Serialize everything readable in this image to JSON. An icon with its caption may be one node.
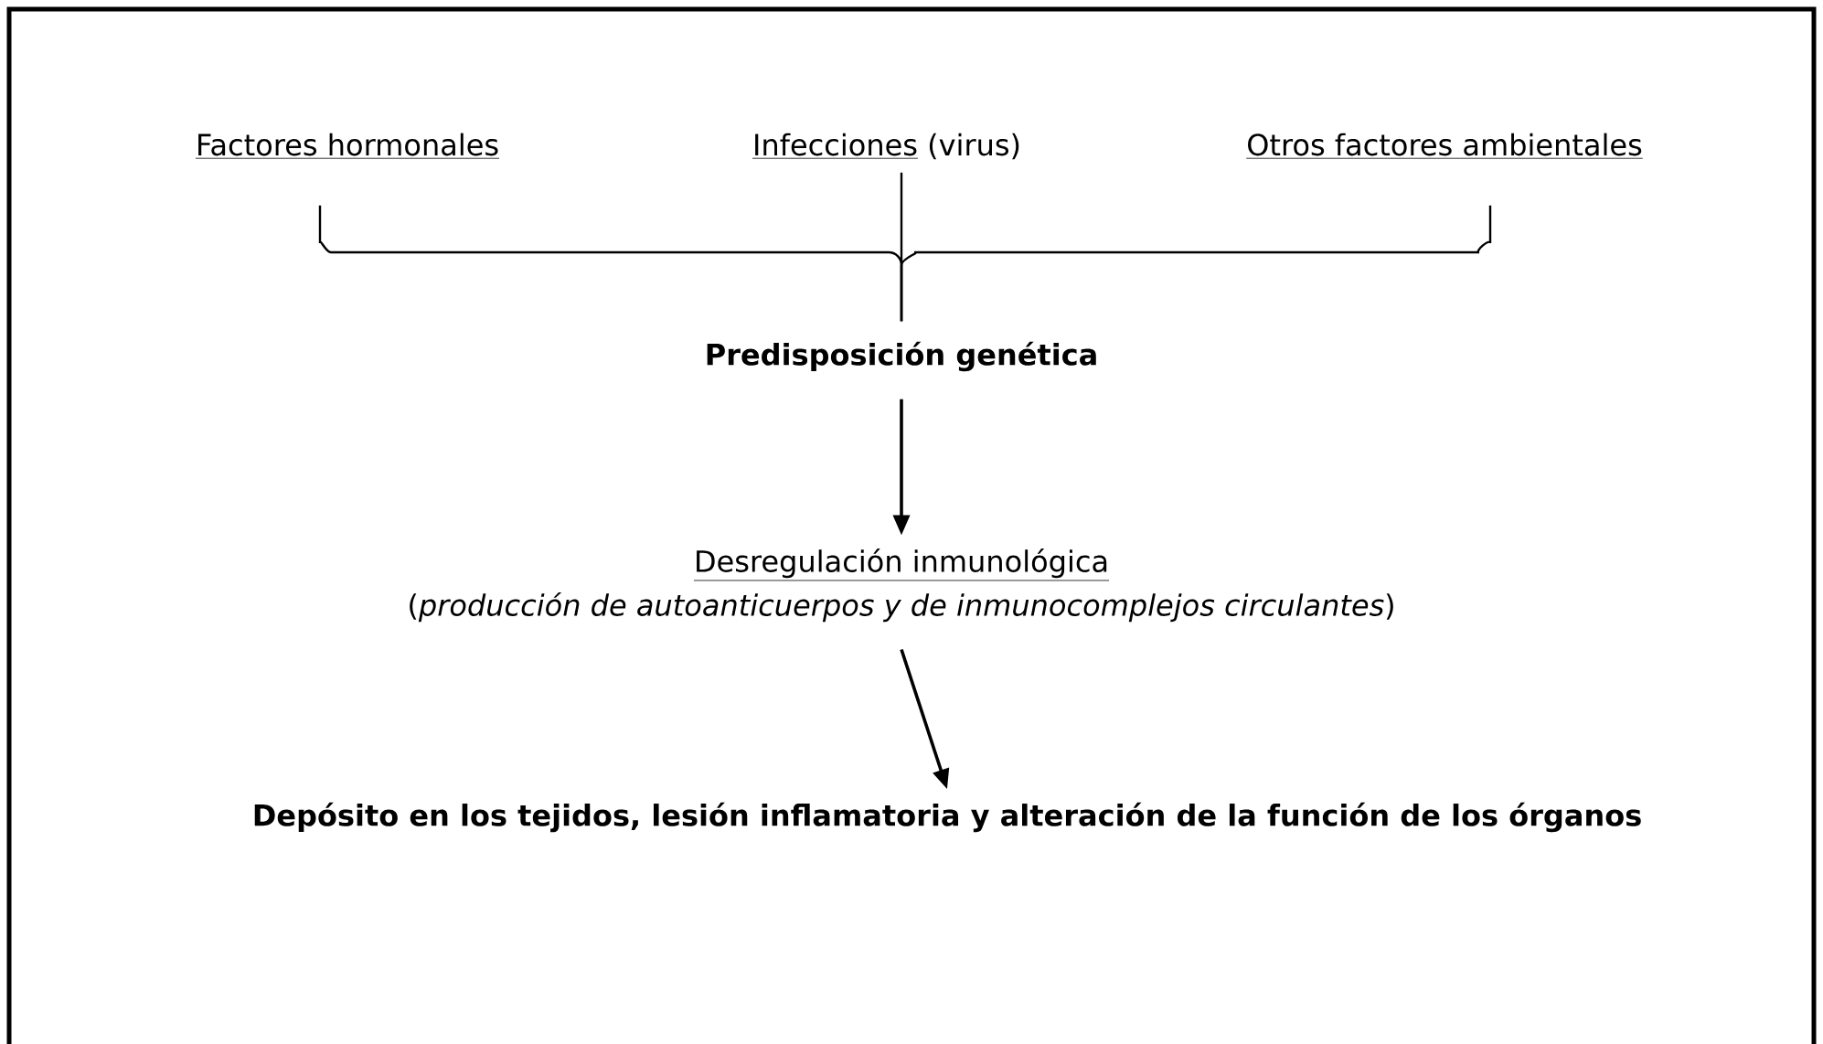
{
  "diagram": {
    "nodes": [
      {
        "text": [
          "Factores hormonales"
        ]
      },
      {
        "text": [
          "Infecciones",
          "(virus)"
        ]
      },
      {
        "text": [
          "Otros factores ambientales"
        ]
      },
      {
        "text": [
          "Predisposición genética"
        ]
      },
      {
        "text": [
          "Desregulación inmunológica",
          "(*producción de autoanticuerpos y de inmunocomplejos circulantes*)"
        ]
      },
      {
        "text": [
          "Depósito en los tejidos, lesión inflamatoria y alteración de la función de los órganos"
        ]
      }
    ],
    "edges": [
      {
        "from": 0,
        "to": 3,
        "arrow": "none"
      },
      {
        "from": 1,
        "to": 3,
        "arrow": "none"
      },
      {
        "from": 2,
        "to": 3,
        "arrow": "none"
      },
      {
        "from": 3,
        "to": 4,
        "arrow": "to"
      },
      {
        "from": 4,
        "to": 5,
        "arrow": "to"
      }
    ]
  }
}
